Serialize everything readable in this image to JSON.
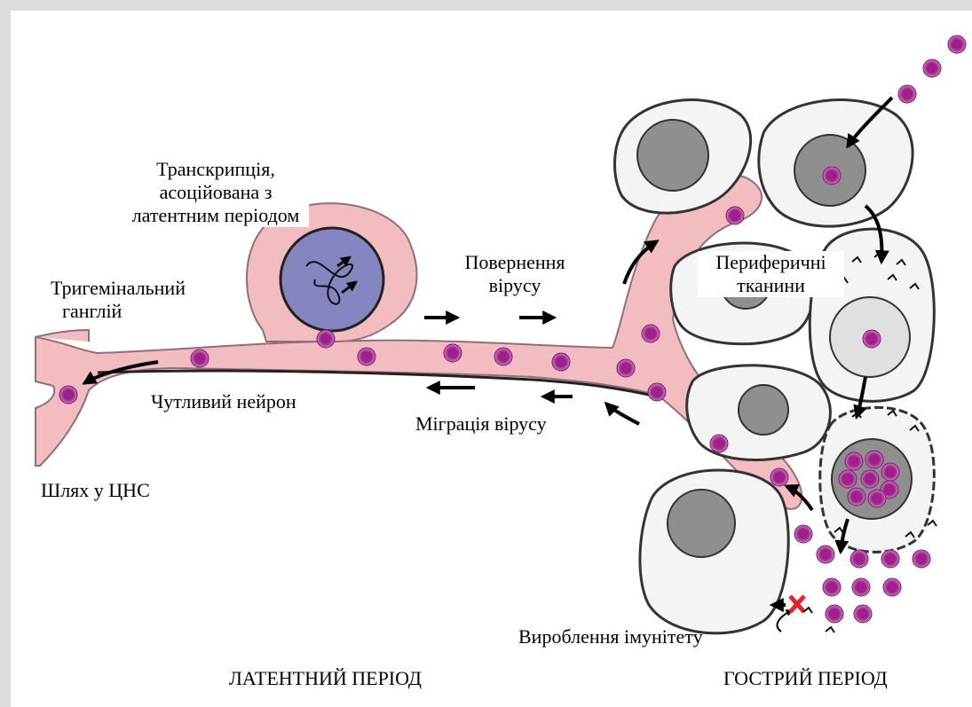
{
  "labels": {
    "transcription": [
      "Транскрипція,",
      "асоційована з",
      "латентним періодом"
    ],
    "trigeminal": [
      "Тригемінальний",
      "ганглій"
    ],
    "return": [
      "Повернення",
      "вірусу"
    ],
    "peripheral": [
      "Периферичні",
      "тканини"
    ],
    "sensory_neuron": "Чутливий нейрон",
    "migration": "Міграція вірусу",
    "cns_path": "Шлях у ЦНС",
    "immunity": "Вироблення імунітету",
    "latent_period": "ЛАТЕНТНИЙ ПЕРІОД",
    "acute_period": "ГОСТРИЙ ПЕРІОД"
  },
  "colors": {
    "neuron": "#f2bcc0",
    "nucleus": "#8585c0",
    "virion": "#a0208a",
    "cell_nucleus": "#8f8f8f",
    "cell_fill": "#f4f4f4",
    "blocked_mark": "#e8202a"
  }
}
